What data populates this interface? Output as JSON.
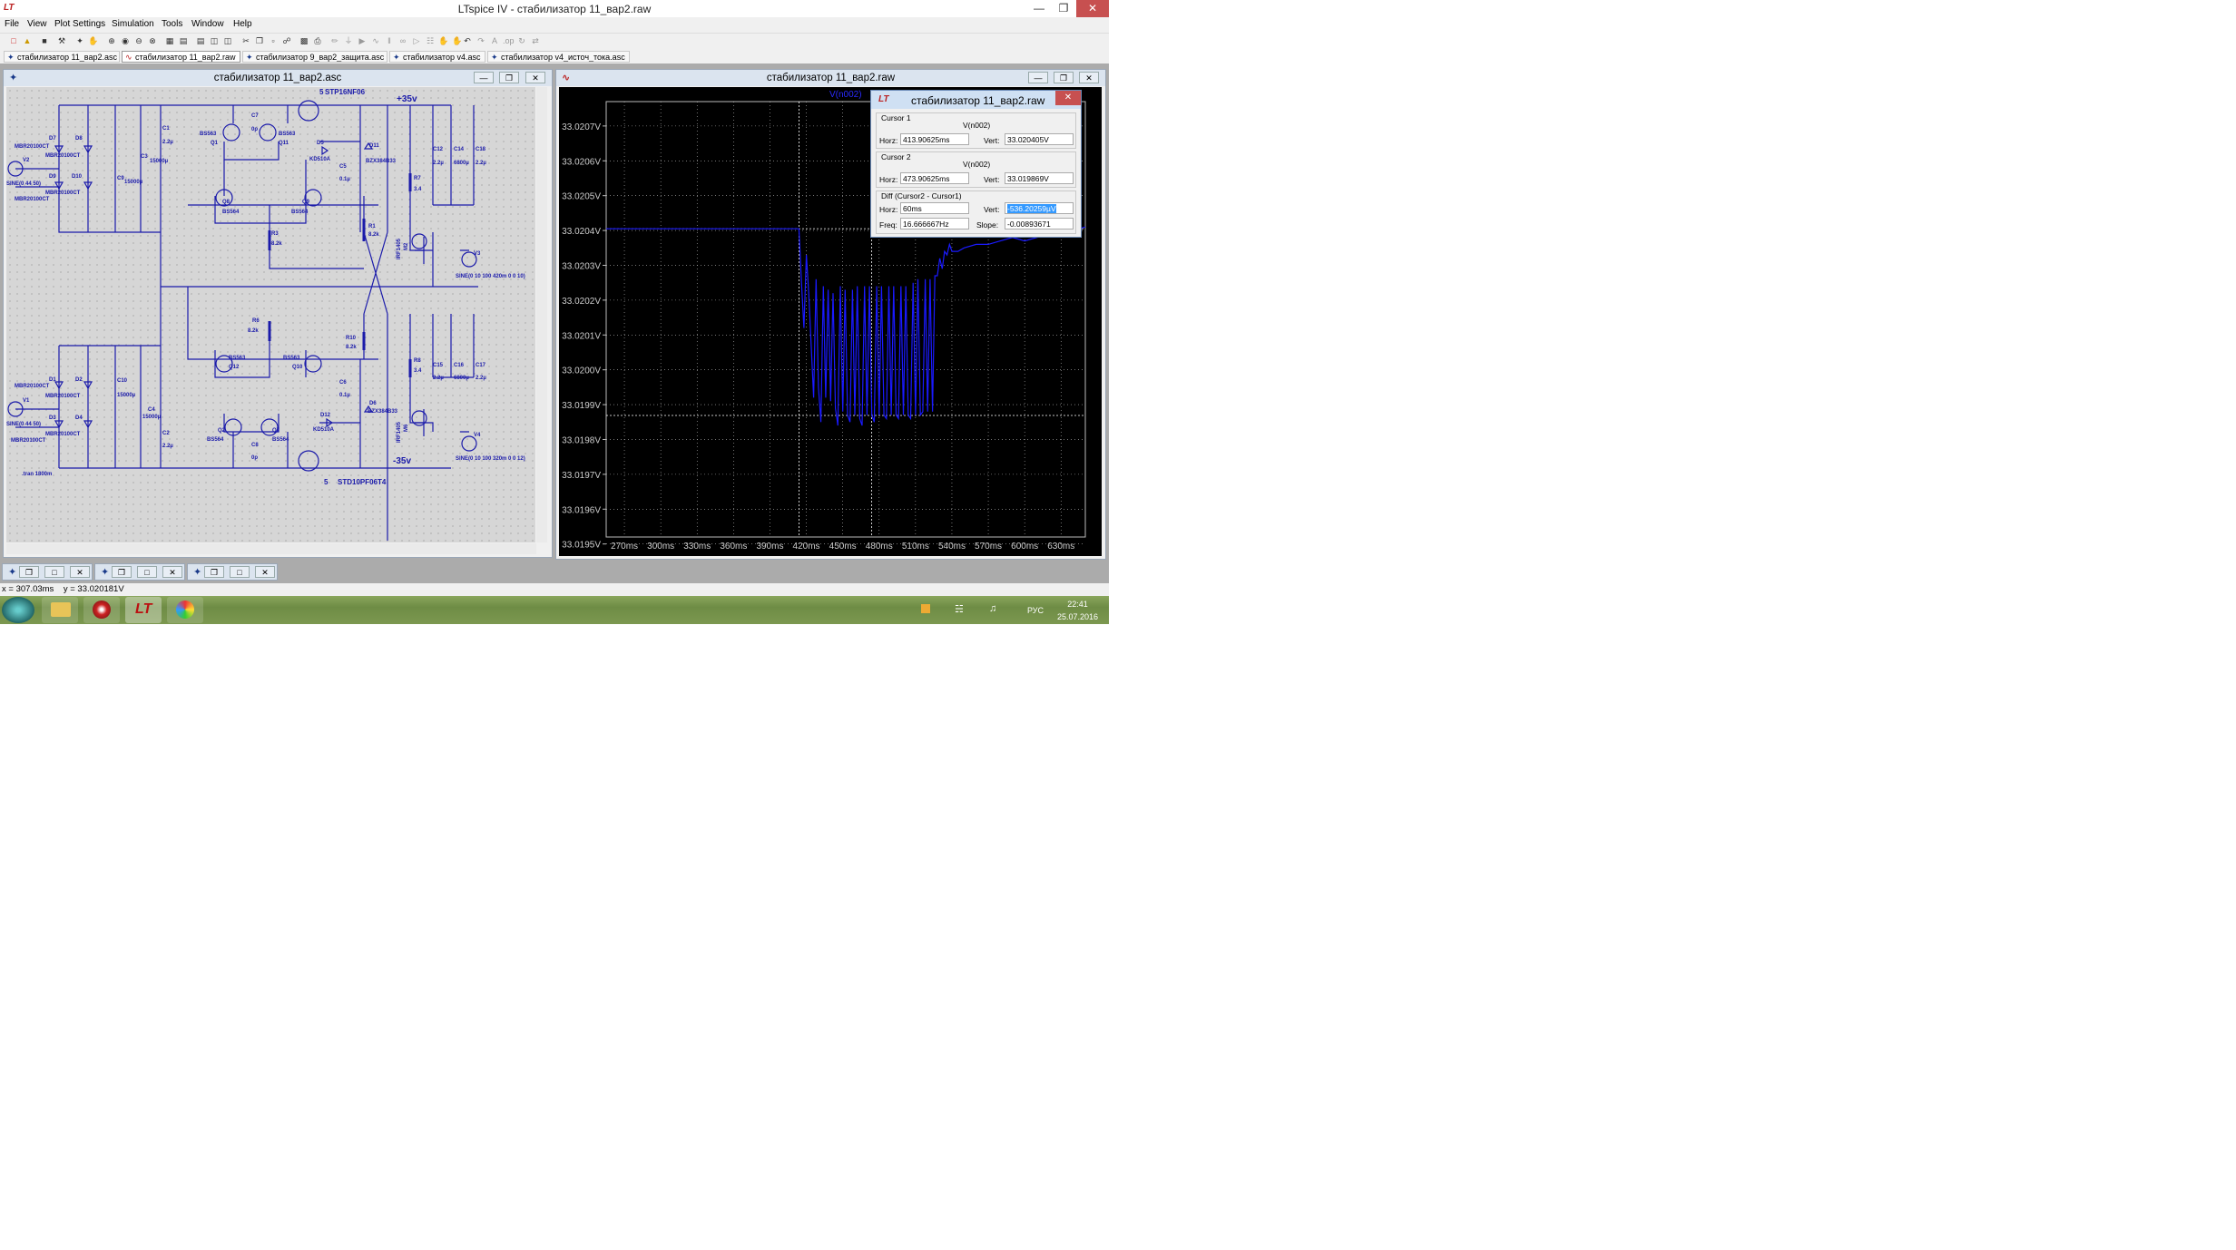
{
  "app": {
    "title": "LTspice IV - стабилизатор 11_вар2.raw"
  },
  "menu": [
    "File",
    "View",
    "Plot Settings",
    "Simulation",
    "Tools",
    "Window",
    "Help"
  ],
  "tabs": [
    {
      "label": "стабилизатор 11_вар2.asc",
      "active": false
    },
    {
      "label": "стабилизатор 11_вар2.raw",
      "active": true
    },
    {
      "label": "стабилизатор 9_вар2_защита.asc",
      "active": false
    },
    {
      "label": "стабилизатор v4.asc",
      "active": false
    },
    {
      "label": "стабилизатор v4_источ_тока.asc",
      "active": false
    }
  ],
  "schematic_window": {
    "title": "стабилизатор 11_вар2.asc",
    "labels": {
      "mosfet_top": "STP16NF06",
      "mosfet_bot": "STD10PF06T4",
      "pos_rail": "+35v",
      "neg_rail": "-35v",
      "num5a": "5",
      "num5b": "5",
      "tran": ".tran 1800m",
      "v2": "V2",
      "v2_sine": "SINE(0 44 50)",
      "v1": "V1",
      "v1_sine": "SINE(0 44 50)",
      "v3": "V3",
      "v3_sine": "SINE(0 10 100 420m 0 0 10)",
      "v4": "V4",
      "v4_sine": "SINE(0 10 100 320m 0 0 12)",
      "d7": "D7",
      "d8": "D8",
      "d9": "D9",
      "d10": "D10",
      "d1": "D1",
      "d2": "D2",
      "d3": "D3",
      "d4": "D4",
      "mbr": "MBR20100CT",
      "c3": "C3",
      "c3v": "15000µ",
      "c9": "C9",
      "c9v": "15000µ",
      "c10": "C10",
      "c10v": "15000µ",
      "c4": "C4",
      "c4v": "15000µ",
      "c1": "C1",
      "c1v": "2.2µ",
      "c2": "C2",
      "c2v": "2.2µ",
      "c7": "C7",
      "c7v": "0p",
      "c8": "C8",
      "c8v": "0p",
      "q1": "Q1",
      "q11": "Q11",
      "q12": "Q12",
      "q10": "Q10",
      "bs563": "BS563",
      "q8": "Q8",
      "q9": "Q9",
      "q2": "Q2",
      "q7": "Q7",
      "bs564": "BS564",
      "d5": "D5",
      "kd510a": "KD510A",
      "d12": "D12",
      "c5": "C5",
      "c5v": "0.1µ",
      "c6": "C6",
      "c6v": "0.1µ",
      "d11": "D11",
      "d6": "D6",
      "bzx": "BZX384B33",
      "r1": "R1",
      "r3": "R3",
      "r6": "R6",
      "r10": "R10",
      "r82k": "8.2k",
      "r7": "R7",
      "r8": "R8",
      "r34": "3.4",
      "irf1405": "IRF1405",
      "m2": "M2",
      "m6": "M6",
      "c12": "C12",
      "c14": "C14",
      "c18": "C18",
      "c15": "C15",
      "c16": "C16",
      "c17": "C17",
      "c22": "2.2µ",
      "c6800": "6800µ"
    }
  },
  "plot_window": {
    "title": "стабилизатор 11_вар2.raw",
    "trace_label": "V(n002)"
  },
  "cursor_dialog": {
    "title": "стабилизатор 11_вар2.raw",
    "cursor1": {
      "label": "Cursor 1",
      "trace": "V(n002)",
      "horz_label": "Horz:",
      "horz": "413.90625ms",
      "vert_label": "Vert:",
      "vert": "33.020405V"
    },
    "cursor2": {
      "label": "Cursor 2",
      "trace": "V(n002)",
      "horz_label": "Horz:",
      "horz": "473.90625ms",
      "vert_label": "Vert:",
      "vert": "33.019869V"
    },
    "diff": {
      "label": "Diff (Cursor2 - Cursor1)",
      "horz_label": "Horz:",
      "horz": "60ms",
      "vert_label": "Vert:",
      "vert": "-536.20259µV",
      "freq_label": "Freq:",
      "freq": "16.666667Hz",
      "slope_label": "Slope:",
      "slope": "-0.00893671"
    }
  },
  "chart_data": {
    "type": "line",
    "x_ticks": [
      "270ms",
      "300ms",
      "330ms",
      "360ms",
      "390ms",
      "420ms",
      "450ms",
      "480ms",
      "510ms",
      "540ms",
      "570ms",
      "600ms",
      "630ms"
    ],
    "y_ticks": [
      "33.0207V",
      "33.0206V",
      "33.0205V",
      "33.0204V",
      "33.0203V",
      "33.0202V",
      "33.0201V",
      "33.0200V",
      "33.0199V",
      "33.0198V",
      "33.0197V",
      "33.0196V",
      "33.0195V"
    ],
    "xlim": [
      255,
      650
    ],
    "ylim": [
      33.01952,
      33.02077
    ],
    "grid": true,
    "colors": {
      "trace": "#1a1aff",
      "grid": "#bbbbbb",
      "background": "#000000",
      "axis_text": "#cccccc"
    },
    "cursors": [
      {
        "x": 413.90625,
        "y": 33.020405
      },
      {
        "x": 473.90625,
        "y": 33.019869
      }
    ],
    "series": [
      {
        "name": "V(n002)",
        "x": [
          255,
          410,
          413.9,
          416,
          418,
          420,
          422,
          424,
          426,
          428,
          430,
          432,
          434,
          436,
          438,
          440,
          442,
          444,
          446,
          448,
          450,
          452,
          454,
          456,
          458,
          460,
          462,
          464,
          466,
          468,
          470,
          472,
          474,
          476,
          478,
          480,
          482,
          484,
          486,
          488,
          490,
          492,
          494,
          496,
          498,
          500,
          502,
          504,
          506,
          508,
          510,
          512,
          514,
          516,
          518,
          520,
          522,
          524,
          526,
          528,
          530,
          532,
          534,
          536,
          538,
          540,
          545,
          550,
          560,
          570,
          580,
          590,
          600,
          610,
          620,
          630,
          640,
          650
        ],
        "y": [
          33.020405,
          33.020405,
          33.020405,
          33.02025,
          33.02012,
          33.02033,
          33.02022,
          33.02007,
          33.01992,
          33.02026,
          33.01995,
          33.01985,
          33.02024,
          33.01992,
          33.02023,
          33.01991,
          33.02022,
          33.01989,
          33.01984,
          33.02024,
          33.01988,
          33.02023,
          33.01987,
          33.01985,
          33.02023,
          33.01987,
          33.02024,
          33.01986,
          33.01984,
          33.02024,
          33.01987,
          33.02024,
          33.01987,
          33.01985,
          33.02024,
          33.01987,
          33.02024,
          33.01987,
          33.01986,
          33.02024,
          33.01987,
          33.02024,
          33.01987,
          33.01986,
          33.02024,
          33.01987,
          33.02024,
          33.01987,
          33.01986,
          33.02025,
          33.01987,
          33.02026,
          33.01987,
          33.01988,
          33.02026,
          33.01988,
          33.02026,
          33.01988,
          33.02027,
          33.02027,
          33.02032,
          33.02029,
          33.02034,
          33.02033,
          33.02036,
          33.02034,
          33.02034,
          33.02035,
          33.02036,
          33.02036,
          33.02037,
          33.02038,
          33.02037,
          33.02038,
          33.02039,
          33.0204,
          33.0204,
          33.02041
        ]
      }
    ]
  },
  "status": {
    "text": "x = 307.03ms    y = 33.020181V"
  },
  "taskbar": {
    "lang": "РУС",
    "time": "22:41",
    "date": "25.07.2016"
  },
  "icons": {
    "app": "ltspice-logo-icon",
    "tray": [
      "flag-icon",
      "network-icon",
      "speaker-icon"
    ]
  }
}
